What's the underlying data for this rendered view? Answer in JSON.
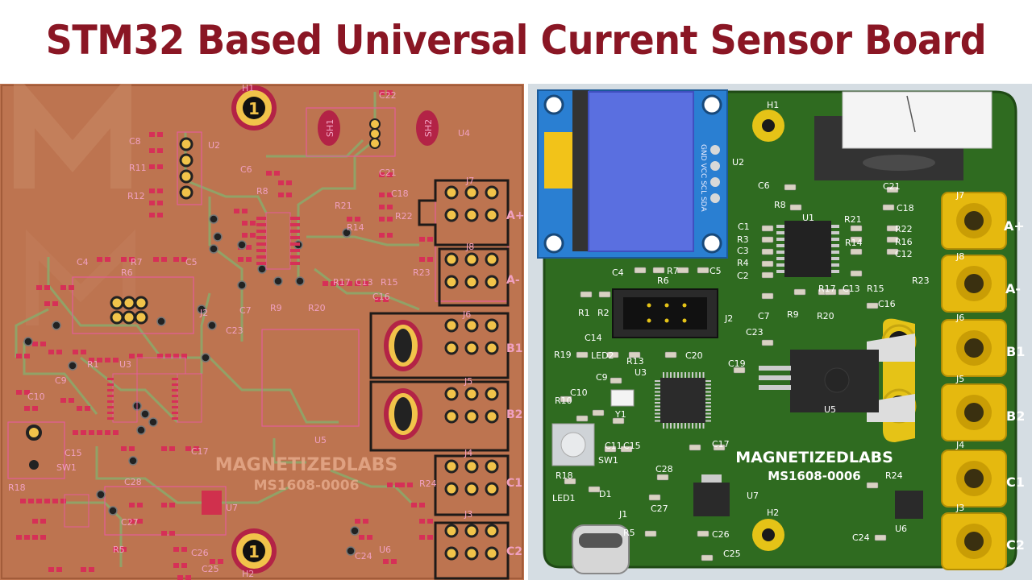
{
  "title": "STM32 Based Universal Current Sensor Board",
  "brand": "MAGNETIZEDLABS",
  "part_number": "MS1608-0006",
  "colors": {
    "title": "#8a1624",
    "layout_copper": "#bd7450",
    "render_board": "#2e6b1f",
    "silk": "#ffffff",
    "pad_gold": "#e5c317"
  },
  "layout_view": {
    "designators": [
      {
        "t": "C22"
      },
      {
        "t": "C21"
      },
      {
        "t": "C18"
      },
      {
        "t": "C8"
      },
      {
        "t": "U2"
      },
      {
        "t": "R11"
      },
      {
        "t": "R12"
      },
      {
        "t": "C6"
      },
      {
        "t": "R8"
      },
      {
        "t": "U4"
      },
      {
        "t": "J7"
      },
      {
        "t": "R21"
      },
      {
        "t": "R22"
      },
      {
        "t": "R14"
      },
      {
        "t": "J8"
      },
      {
        "t": "R23"
      },
      {
        "t": "R17"
      },
      {
        "t": "C13"
      },
      {
        "t": "R15"
      },
      {
        "t": "C16"
      },
      {
        "t": "C4"
      },
      {
        "t": "R7"
      },
      {
        "t": "R6"
      },
      {
        "t": "C5"
      },
      {
        "t": "J2"
      },
      {
        "t": "C7"
      },
      {
        "t": "R9"
      },
      {
        "t": "R20"
      },
      {
        "t": "J6"
      },
      {
        "t": "C23"
      },
      {
        "t": "U3"
      },
      {
        "t": "C10"
      },
      {
        "t": "C9"
      },
      {
        "t": "R1"
      },
      {
        "t": "C15"
      },
      {
        "t": "J5"
      },
      {
        "t": "U5"
      },
      {
        "t": "SW1"
      },
      {
        "t": "C17"
      },
      {
        "t": "J4"
      },
      {
        "t": "R18"
      },
      {
        "t": "C28"
      },
      {
        "t": "C27"
      },
      {
        "t": "U7"
      },
      {
        "t": "R24"
      },
      {
        "t": "J3"
      },
      {
        "t": "C24"
      },
      {
        "t": "U6"
      },
      {
        "t": "R5"
      },
      {
        "t": "C26"
      },
      {
        "t": "C25"
      },
      {
        "t": "H1"
      },
      {
        "t": "H2"
      }
    ],
    "connector_labels": [
      "A+",
      "A-",
      "B1",
      "B2",
      "C1",
      "C2"
    ],
    "mount_numbers": [
      "1",
      "1"
    ],
    "shunt_labels": [
      "SH1",
      "SH2"
    ],
    "brand": "MAGNETIZEDLABS",
    "part_number": "MS1608-0006"
  },
  "render_view": {
    "designators": [
      {
        "t": "H1"
      },
      {
        "t": "U2"
      },
      {
        "t": "C6"
      },
      {
        "t": "C21"
      },
      {
        "t": "R8"
      },
      {
        "t": "C18"
      },
      {
        "t": "U1"
      },
      {
        "t": "R21"
      },
      {
        "t": "R22"
      },
      {
        "t": "C1"
      },
      {
        "t": "R3"
      },
      {
        "t": "C3"
      },
      {
        "t": "R4"
      },
      {
        "t": "C2"
      },
      {
        "t": "R14"
      },
      {
        "t": "R16"
      },
      {
        "t": "C12"
      },
      {
        "t": "R23"
      },
      {
        "t": "C4"
      },
      {
        "t": "R7"
      },
      {
        "t": "C5"
      },
      {
        "t": "R6"
      },
      {
        "t": "R17"
      },
      {
        "t": "C13"
      },
      {
        "t": "R15"
      },
      {
        "t": "C16"
      },
      {
        "t": "R1"
      },
      {
        "t": "R2"
      },
      {
        "t": "C7"
      },
      {
        "t": "R9"
      },
      {
        "t": "R20"
      },
      {
        "t": "J2"
      },
      {
        "t": "C23"
      },
      {
        "t": "C14"
      },
      {
        "t": "R19"
      },
      {
        "t": "LED2"
      },
      {
        "t": "R13"
      },
      {
        "t": "C20"
      },
      {
        "t": "C19"
      },
      {
        "t": "C9"
      },
      {
        "t": "U3"
      },
      {
        "t": "C10"
      },
      {
        "t": "R10"
      },
      {
        "t": "Y1"
      },
      {
        "t": "U5"
      },
      {
        "t": "C11"
      },
      {
        "t": "C15"
      },
      {
        "t": "C17"
      },
      {
        "t": "SW1"
      },
      {
        "t": "C28"
      },
      {
        "t": "R18"
      },
      {
        "t": "D1"
      },
      {
        "t": "U7"
      },
      {
        "t": "R24"
      },
      {
        "t": "LED1"
      },
      {
        "t": "C27"
      },
      {
        "t": "J1"
      },
      {
        "t": "H2"
      },
      {
        "t": "U6"
      },
      {
        "t": "R5"
      },
      {
        "t": "C26"
      },
      {
        "t": "C24"
      },
      {
        "t": "C25"
      },
      {
        "t": "J7"
      },
      {
        "t": "J8"
      },
      {
        "t": "J6"
      },
      {
        "t": "J5"
      },
      {
        "t": "J4"
      },
      {
        "t": "J3"
      }
    ],
    "connector_labels": [
      "A+",
      "A-",
      "B1",
      "B2",
      "C1",
      "C2"
    ],
    "oled_pins": "GND VCC SCL SDA",
    "brand": "MAGNETIZEDLABS",
    "part_number": "MS1608-0006"
  }
}
